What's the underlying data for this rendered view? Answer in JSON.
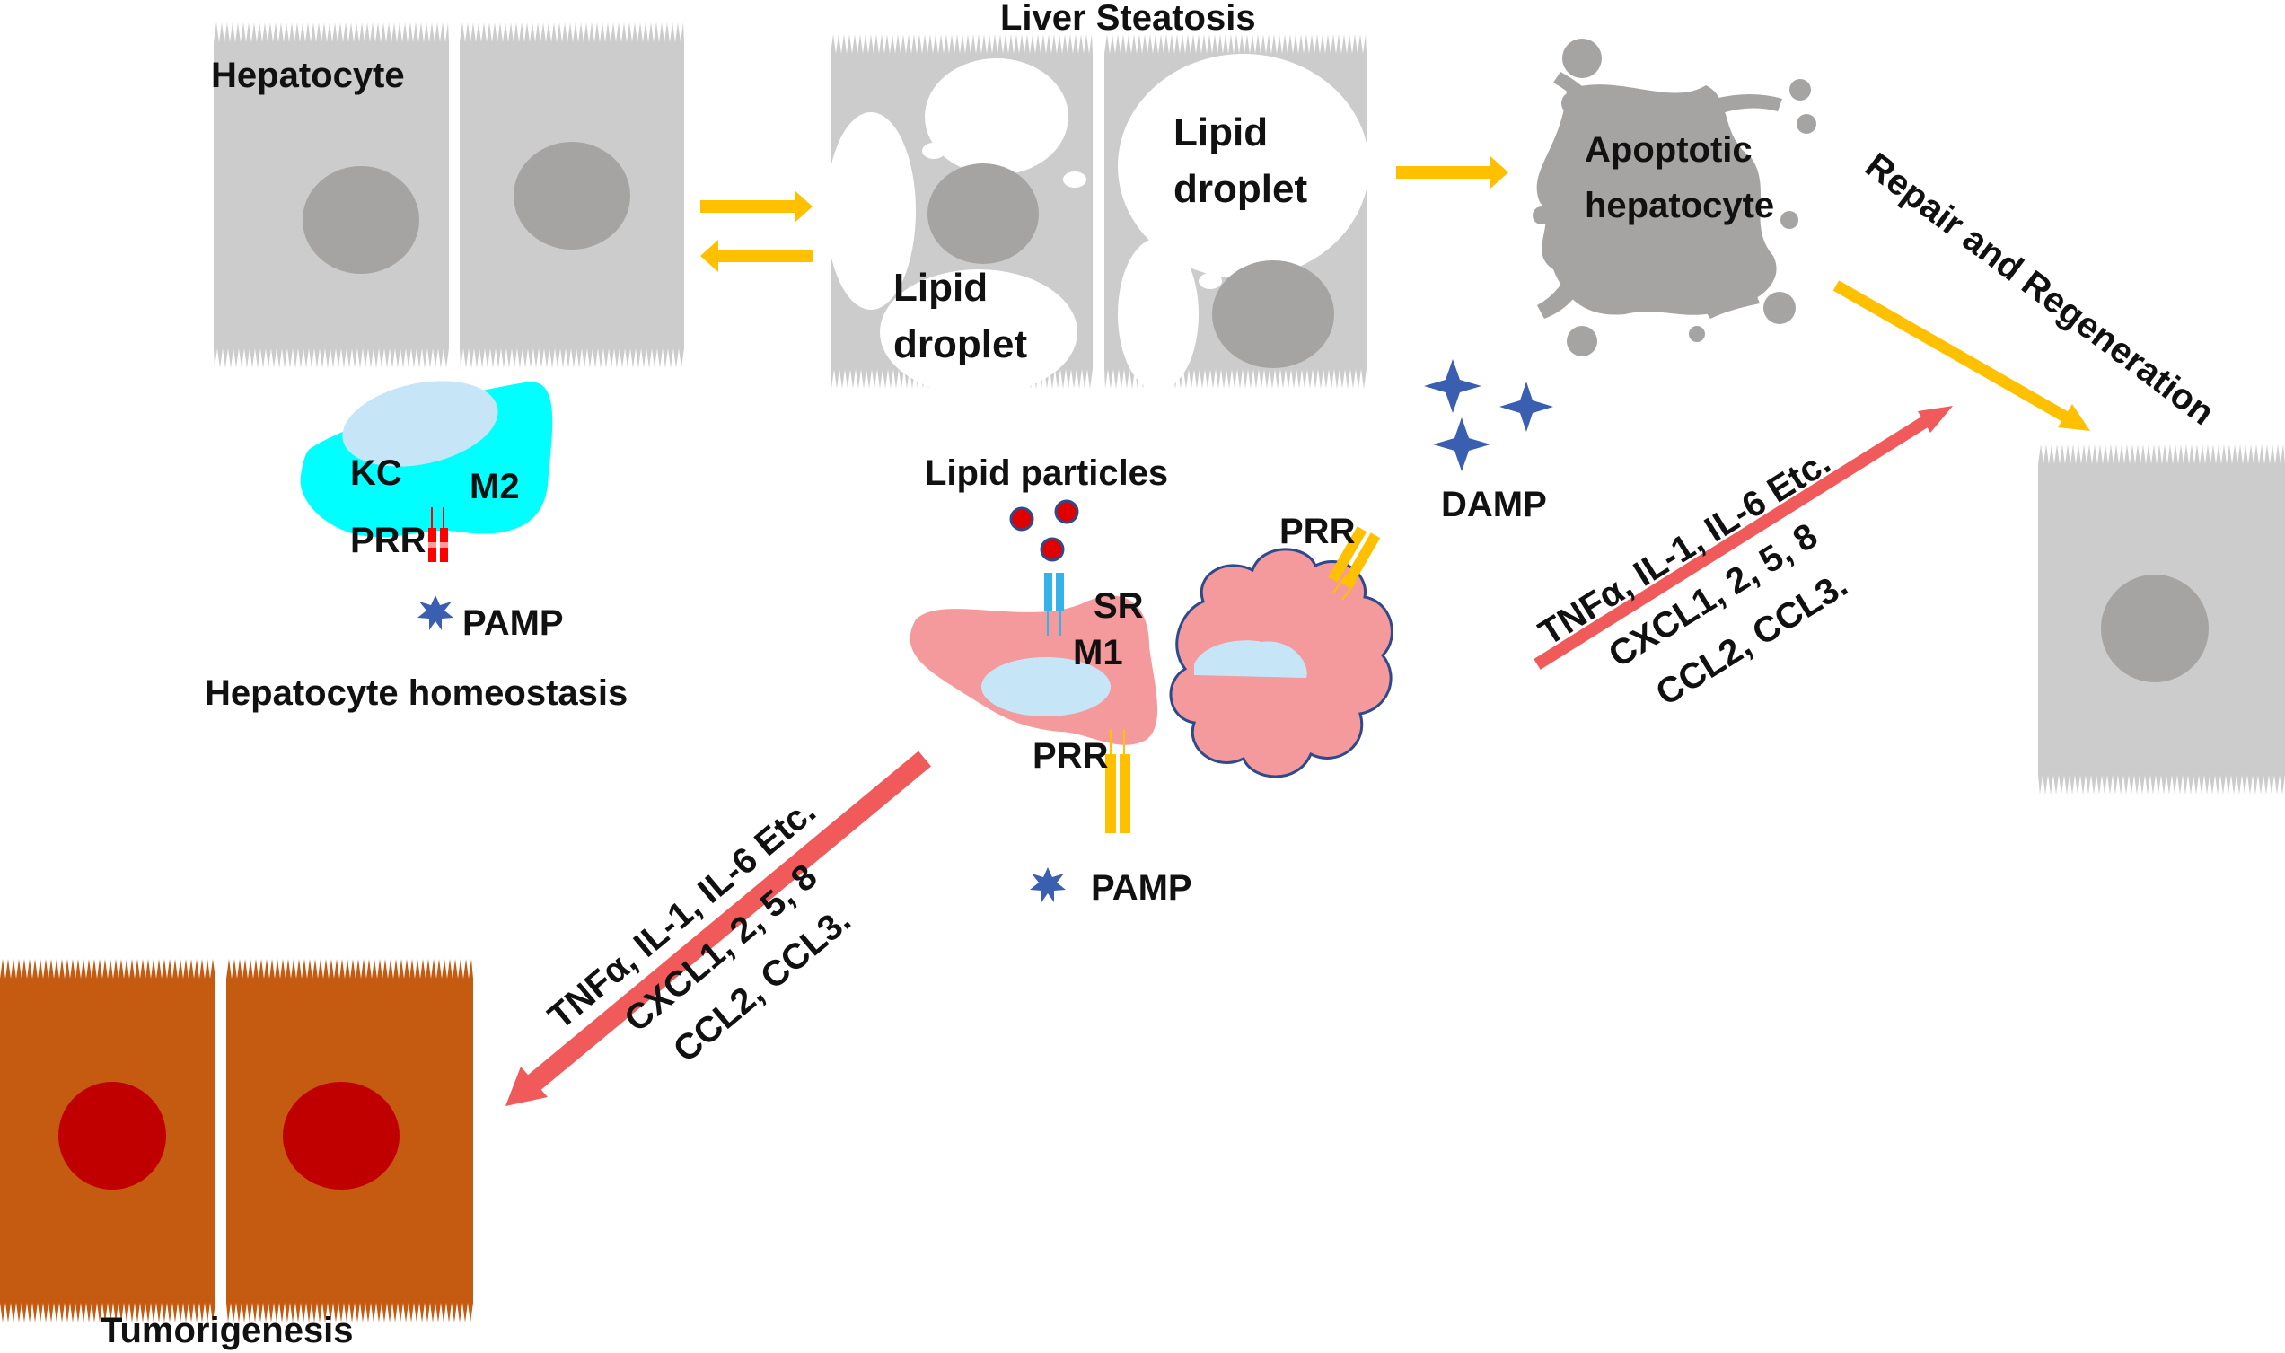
{
  "labels": {
    "hepatocyte": "Hepatocyte",
    "liver_steatosis": "Liver Steatosis",
    "lipid": "Lipid",
    "droplet": "droplet",
    "apoptotic": "Apoptotic",
    "apoptotic_hepatocyte": "hepatocyte",
    "repair_regeneration": "Repair and Regeneration",
    "kc": "KC",
    "m2": "M2",
    "prr": "PRR",
    "pamp": "PAMP",
    "hepatocyte_homeostasis": "Hepatocyte homeostasis",
    "lipid_particles": "Lipid particles",
    "sr": "SR",
    "m1": "M1",
    "damp": "DAMP",
    "tumorigenesis": "Tumorigenesis"
  },
  "cytokines": {
    "line1": "TNFα, IL-1, IL-6 Etc.",
    "line2": "CXCL1, 2, 5, 8",
    "line3": "CCL2, CCL3."
  },
  "colors": {
    "cell_gray": "#cccccc",
    "nucleus_gray": "#a6a3a3",
    "tumor_cell": "#c55a11",
    "tumor_nucleus": "#c00000",
    "kupffer_m2": "#00ffff",
    "macrophage_m1": "#f4999c",
    "nucleus_light": "#c6e6f7",
    "arrow_yellow": "#ffc000",
    "arrow_red": "#f05a5a",
    "star_blue": "#3a5fb0",
    "receptor_red": "#ff0000",
    "receptor_yellow": "#ffc000",
    "receptor_blue": "#35b3e8",
    "lipid_red": "#e00000"
  }
}
